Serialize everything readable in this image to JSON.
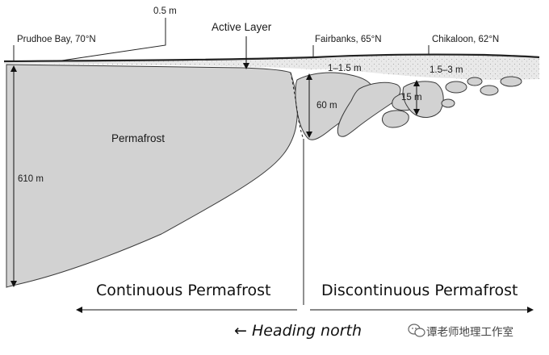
{
  "diagram": {
    "labels": {
      "depth_active_thin": "0.5 m",
      "active_layer": "Active Layer",
      "site_prudhoe": "Prudhoe Bay, 70°N",
      "site_fairbanks": "Fairbanks, 65°N",
      "site_chikaloon": "Chikaloon, 62°N",
      "depth_active_fairbanks": "1–1.5 m",
      "depth_active_chikaloon": "1.5–3 m",
      "depth_fairbanks": "60 m",
      "depth_chikaloon": "15 m",
      "permafrost": "Permafrost",
      "depth_prudhoe": "610 m"
    },
    "zones": {
      "continuous": "Continuous Permafrost",
      "discontinuous": "Discontinuous Permafrost"
    },
    "direction": "← Heading north",
    "watermark": "谭老师地理工作室",
    "colors": {
      "permafrost_fill": "#d2d2d2",
      "active_layer_fill": "#e6e6e6",
      "outline": "#3a3a3a"
    }
  }
}
